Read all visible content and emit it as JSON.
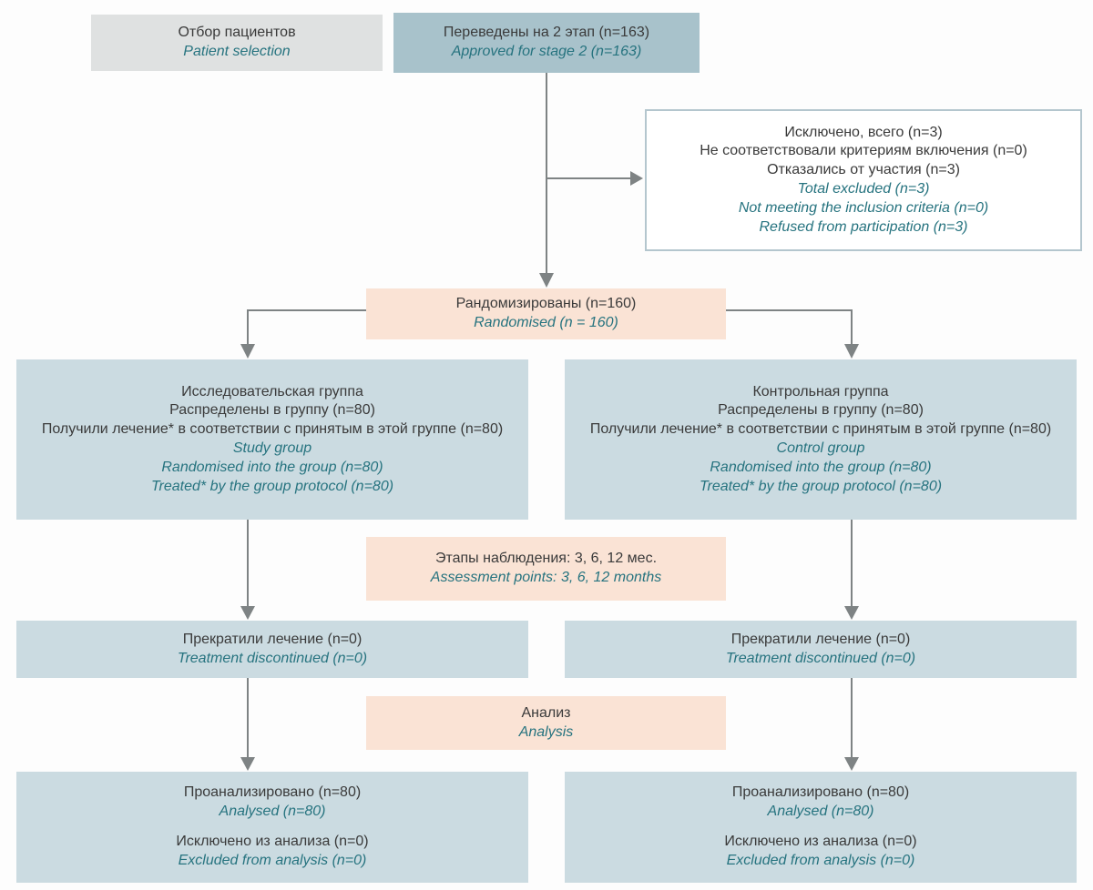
{
  "palette": {
    "box_gray": "#dfe1e1",
    "box_blue": "#a8c2cb",
    "box_light_blue": "#cbdbe1",
    "box_peach": "#fae3d5",
    "excluded_border": "#b4c6ce",
    "arrow": "#7e8384",
    "text_dark": "#3a3a3a",
    "text_teal": "#26737f"
  },
  "nodes": {
    "patient_selection": {
      "ru": [
        "Отбор пациентов"
      ],
      "en": [
        "Patient selection"
      ]
    },
    "approved": {
      "ru": [
        "Переведены на 2 этап (n=163)"
      ],
      "en": [
        "Approved for stage 2 (n=163)"
      ]
    },
    "excluded": {
      "ru": [
        "Исключено, всего (n=3)",
        "Не соответствовали критериям включения (n=0)",
        "Отказались от участия (n=3)"
      ],
      "en": [
        "Total excluded (n=3)",
        "Not meeting the inclusion criteria (n=0)",
        "Refused from participation (n=3)"
      ]
    },
    "randomised": {
      "ru": [
        "Рандомизированы (n=160)"
      ],
      "en": [
        "Randomised (n = 160)"
      ]
    },
    "study_group": {
      "ru": [
        "Исследовательская группа",
        "Распределены в группу (n=80)",
        "Получили лечение* в соответствии с принятым в этой группе (n=80)"
      ],
      "en": [
        "Study group",
        "Randomised into the group (n=80)",
        "Treated* by the group protocol (n=80)"
      ]
    },
    "control_group": {
      "ru": [
        "Контрольная группа",
        "Распределены в группу (n=80)",
        "Получили лечение* в соответствии с принятым в этой группе (n=80)"
      ],
      "en": [
        "Control group",
        "Randomised into the group (n=80)",
        "Treated* by the group protocol (n=80)"
      ]
    },
    "assessment": {
      "ru": [
        "Этапы наблюдения: 3, 6, 12 мес."
      ],
      "en": [
        "Assessment points: 3, 6, 12 months"
      ]
    },
    "discontinued_left": {
      "ru": [
        "Прекратили лечение (n=0)"
      ],
      "en": [
        "Treatment discontinued (n=0)"
      ]
    },
    "discontinued_right": {
      "ru": [
        "Прекратили лечение (n=0)"
      ],
      "en": [
        "Treatment discontinued (n=0)"
      ]
    },
    "analysis": {
      "ru": [
        "Анализ"
      ],
      "en": [
        "Analysis"
      ]
    },
    "analysed_left": {
      "ru": [
        "Проанализировано (n=80)"
      ],
      "en": [
        "Analysed (n=80)"
      ],
      "ru2": [
        "Исключено из анализа (n=0)"
      ],
      "en2": [
        "Excluded  from analysis (n=0)"
      ]
    },
    "analysed_right": {
      "ru": [
        "Проанализировано (n=80)"
      ],
      "en": [
        "Analysed (n=80)"
      ],
      "ru2": [
        "Исключено из анализа (n=0)"
      ],
      "en2": [
        "Excluded from analysis (n=0)"
      ]
    }
  }
}
